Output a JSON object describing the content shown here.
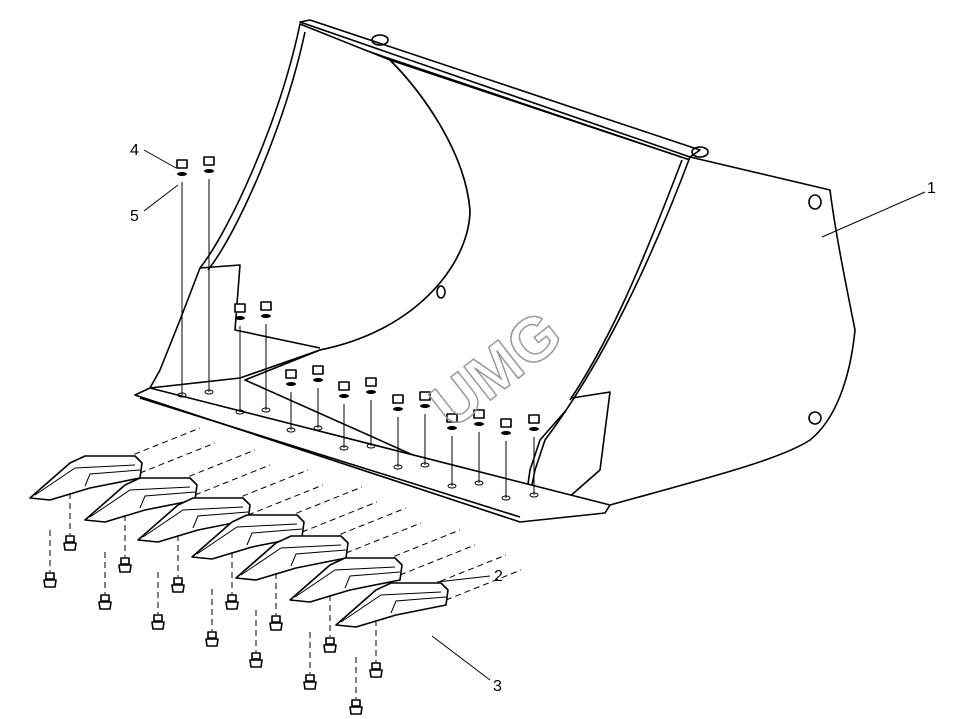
{
  "diagram": {
    "watermark": "UMG",
    "callouts": [
      {
        "label": "1",
        "part": "bucket"
      },
      {
        "label": "2",
        "part": "tooth"
      },
      {
        "label": "3",
        "part": "tooth-bolt"
      },
      {
        "label": "4",
        "part": "nut"
      },
      {
        "label": "5",
        "part": "washer"
      }
    ]
  }
}
